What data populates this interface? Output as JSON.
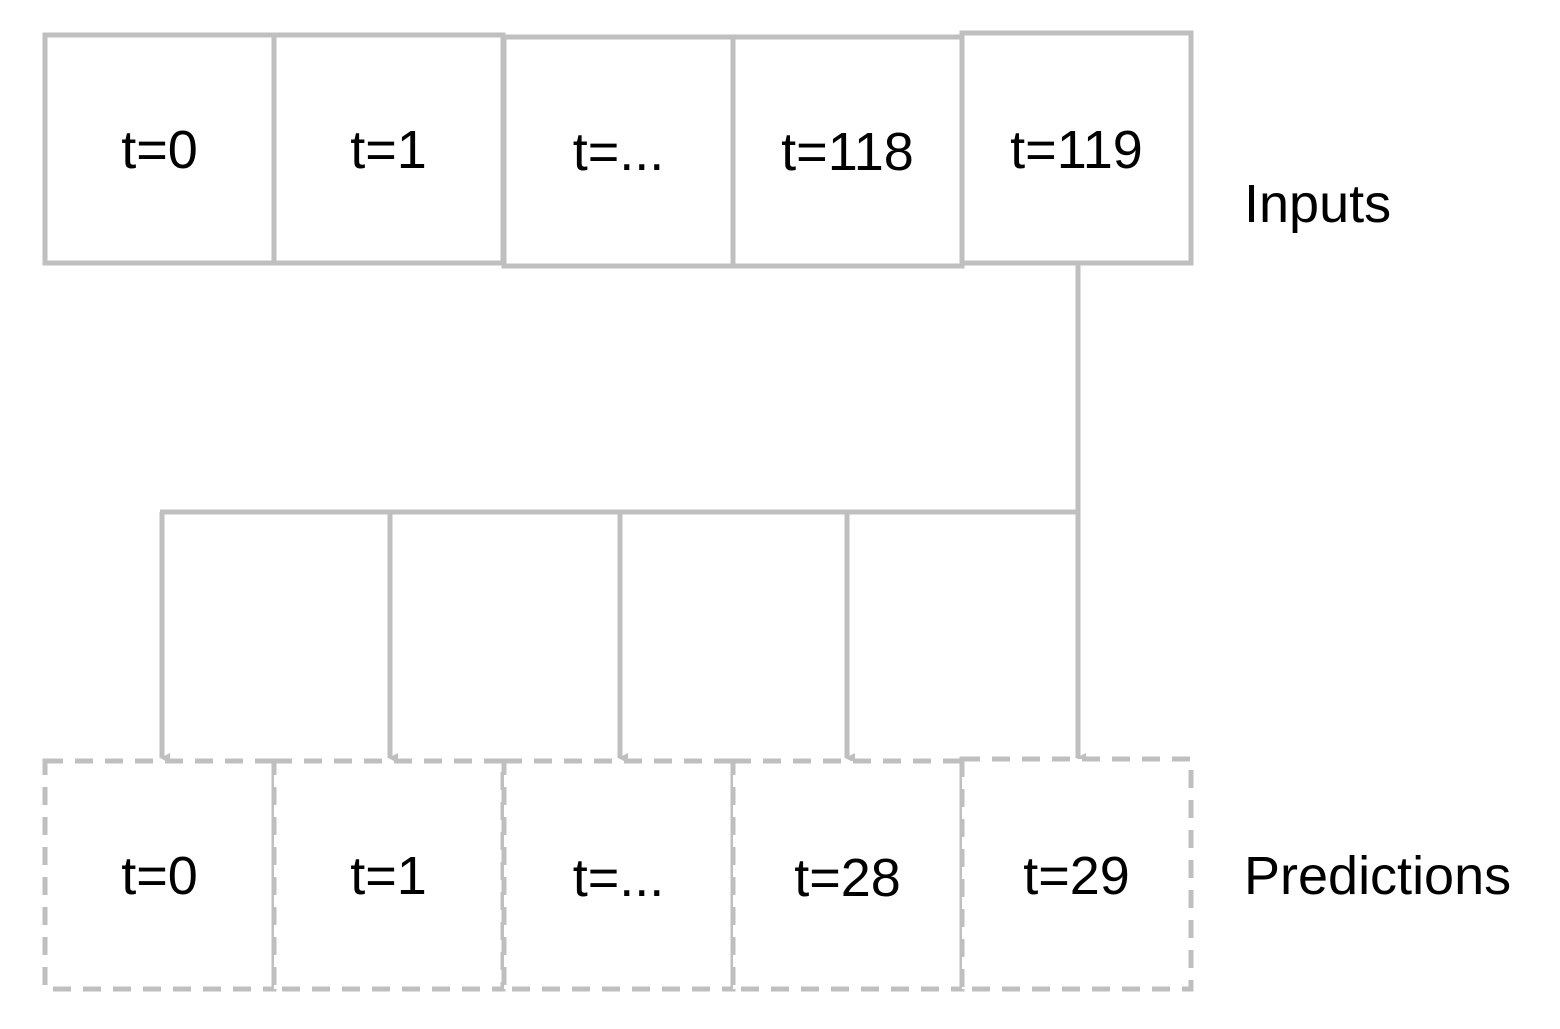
{
  "colors": {
    "stroke": "#bfbfbf",
    "text": "#000000",
    "background": "#ffffff"
  },
  "inputs": {
    "label": "Inputs",
    "cells": [
      "t=0",
      "t=1",
      "t=...",
      "t=118",
      "t=119"
    ]
  },
  "predictions": {
    "label": "Predictions",
    "cells": [
      "t=0",
      "t=1",
      "t=...",
      "t=28",
      "t=29"
    ]
  }
}
